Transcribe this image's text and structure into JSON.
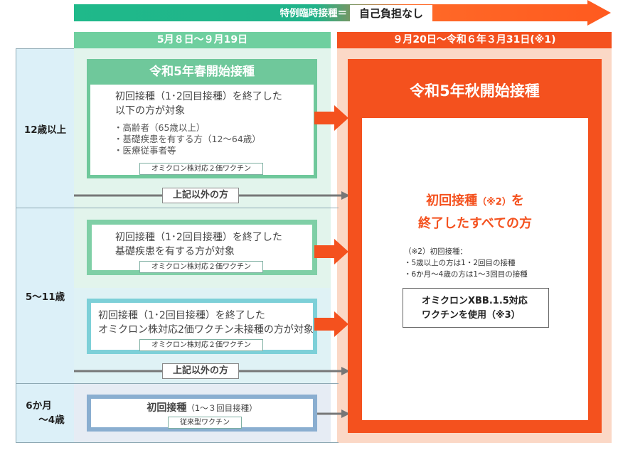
{
  "banner": {
    "label": "特例臨時接種＝",
    "value": "自己負担なし"
  },
  "periods": {
    "spring": "5月８日～９月19日",
    "autumn": "９月20日～令和６年３月31日(※1)"
  },
  "age_groups": {
    "g1": "12歳以上",
    "g2": "5～11歳",
    "g3_line1": "6か月",
    "g3_line2": "～4歳"
  },
  "spring_box": {
    "title": "令和5年春開始接種",
    "main_line1": "初回接種（1･2回目接種）を終了した",
    "main_line2": "以下の方が対象",
    "items": [
      "・高齢者（65歳以上）",
      "・基礎疾患を有する方（12～64歳）",
      "・医療従事者等"
    ],
    "tag": "オミクロン株対応２価ワクチン"
  },
  "other_label": "上記以外の方",
  "child_box_1": {
    "line1": "初回接種（1･2回目接種）を終了した",
    "line2": "基礎疾患を有する方が対象",
    "tag": "オミクロン株対応２価ワクチン"
  },
  "child_box_2": {
    "line1": "初回接種（1･2回目接種）を終了した",
    "line2": "オミクロン株対応2価ワクチン未接種の方が対象",
    "tag": "オミクロン株対応２価ワクチン"
  },
  "infant_box": {
    "title": "初回接種",
    "title_sub": "（1～３回目接種）",
    "tag": "従来型ワクチン"
  },
  "autumn_box": {
    "title": "令和5年秋開始接種",
    "target_a": "初回接種",
    "target_note": "（※2）",
    "target_b": "を",
    "target_line2": "終了したすべての方",
    "note_title": "（※2）初回接種：",
    "note_1": "・5歳以上の方は1・2回目の接種",
    "note_2": "・6か月～4歳の方は1～3回目の接種",
    "vaccine_line1": "オミクロンXBB.1.5対応",
    "vaccine_line2": "ワクチンを使用（※3）"
  },
  "colors": {
    "spring_green": "#6fc89b",
    "autumn_orange": "#f4511e",
    "banner_start": "#1fb98a",
    "banner_end": "#ff5a1f"
  }
}
